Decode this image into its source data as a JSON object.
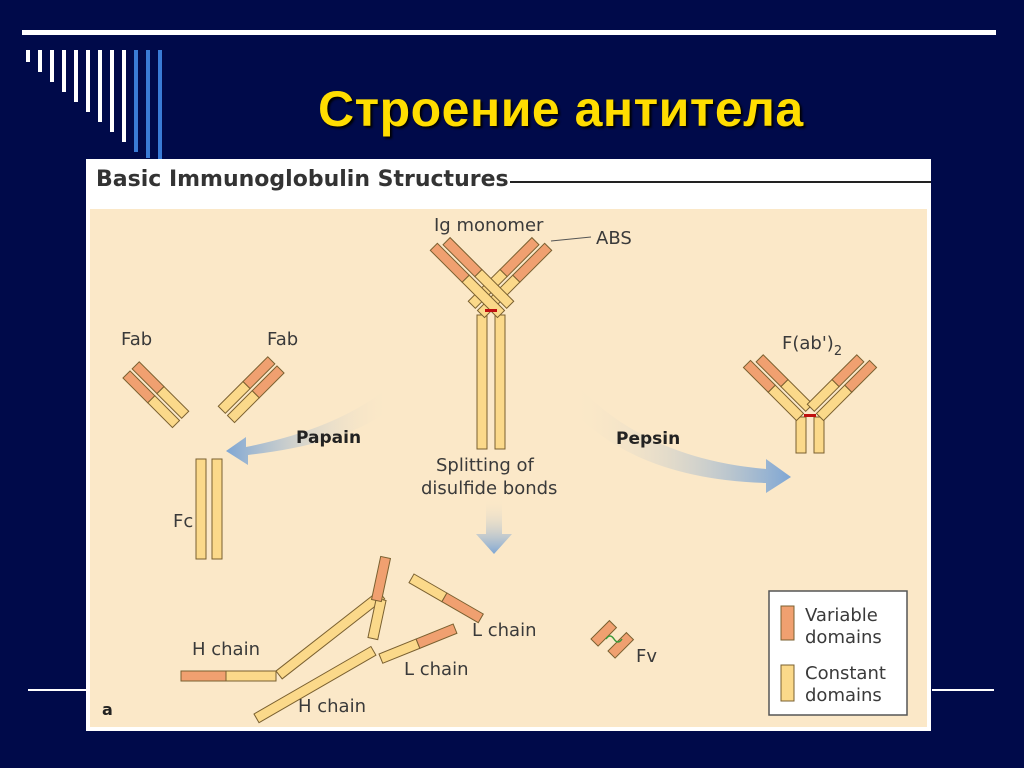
{
  "slide": {
    "title": "Строение антитела"
  },
  "figure": {
    "title": "Basic Immunoglobulin Structures",
    "panel_letter": "a",
    "labels": {
      "ig_monomer": "Ig monomer",
      "abs": "ABS",
      "fab_left": "Fab",
      "fab_right": "Fab",
      "fab2": "F(ab')",
      "fab2_sub": "2",
      "papain": "Papain",
      "pepsin": "Pepsin",
      "splitting_line1": "Splitting of",
      "splitting_line2": "disulfide bonds",
      "fc": "Fc",
      "h_chain_1": "H chain",
      "h_chain_2": "H chain",
      "l_chain_1": "L chain",
      "l_chain_2": "L chain",
      "fv": "Fv"
    },
    "legend": {
      "variable_line1": "Variable",
      "variable_line2": "domains",
      "constant_line1": "Constant",
      "constant_line2": "domains"
    },
    "colors": {
      "variable": "#f0a070",
      "constant": "#fbd98a",
      "disulfide": "#c01010",
      "arrow": "#8fb2d8"
    }
  }
}
